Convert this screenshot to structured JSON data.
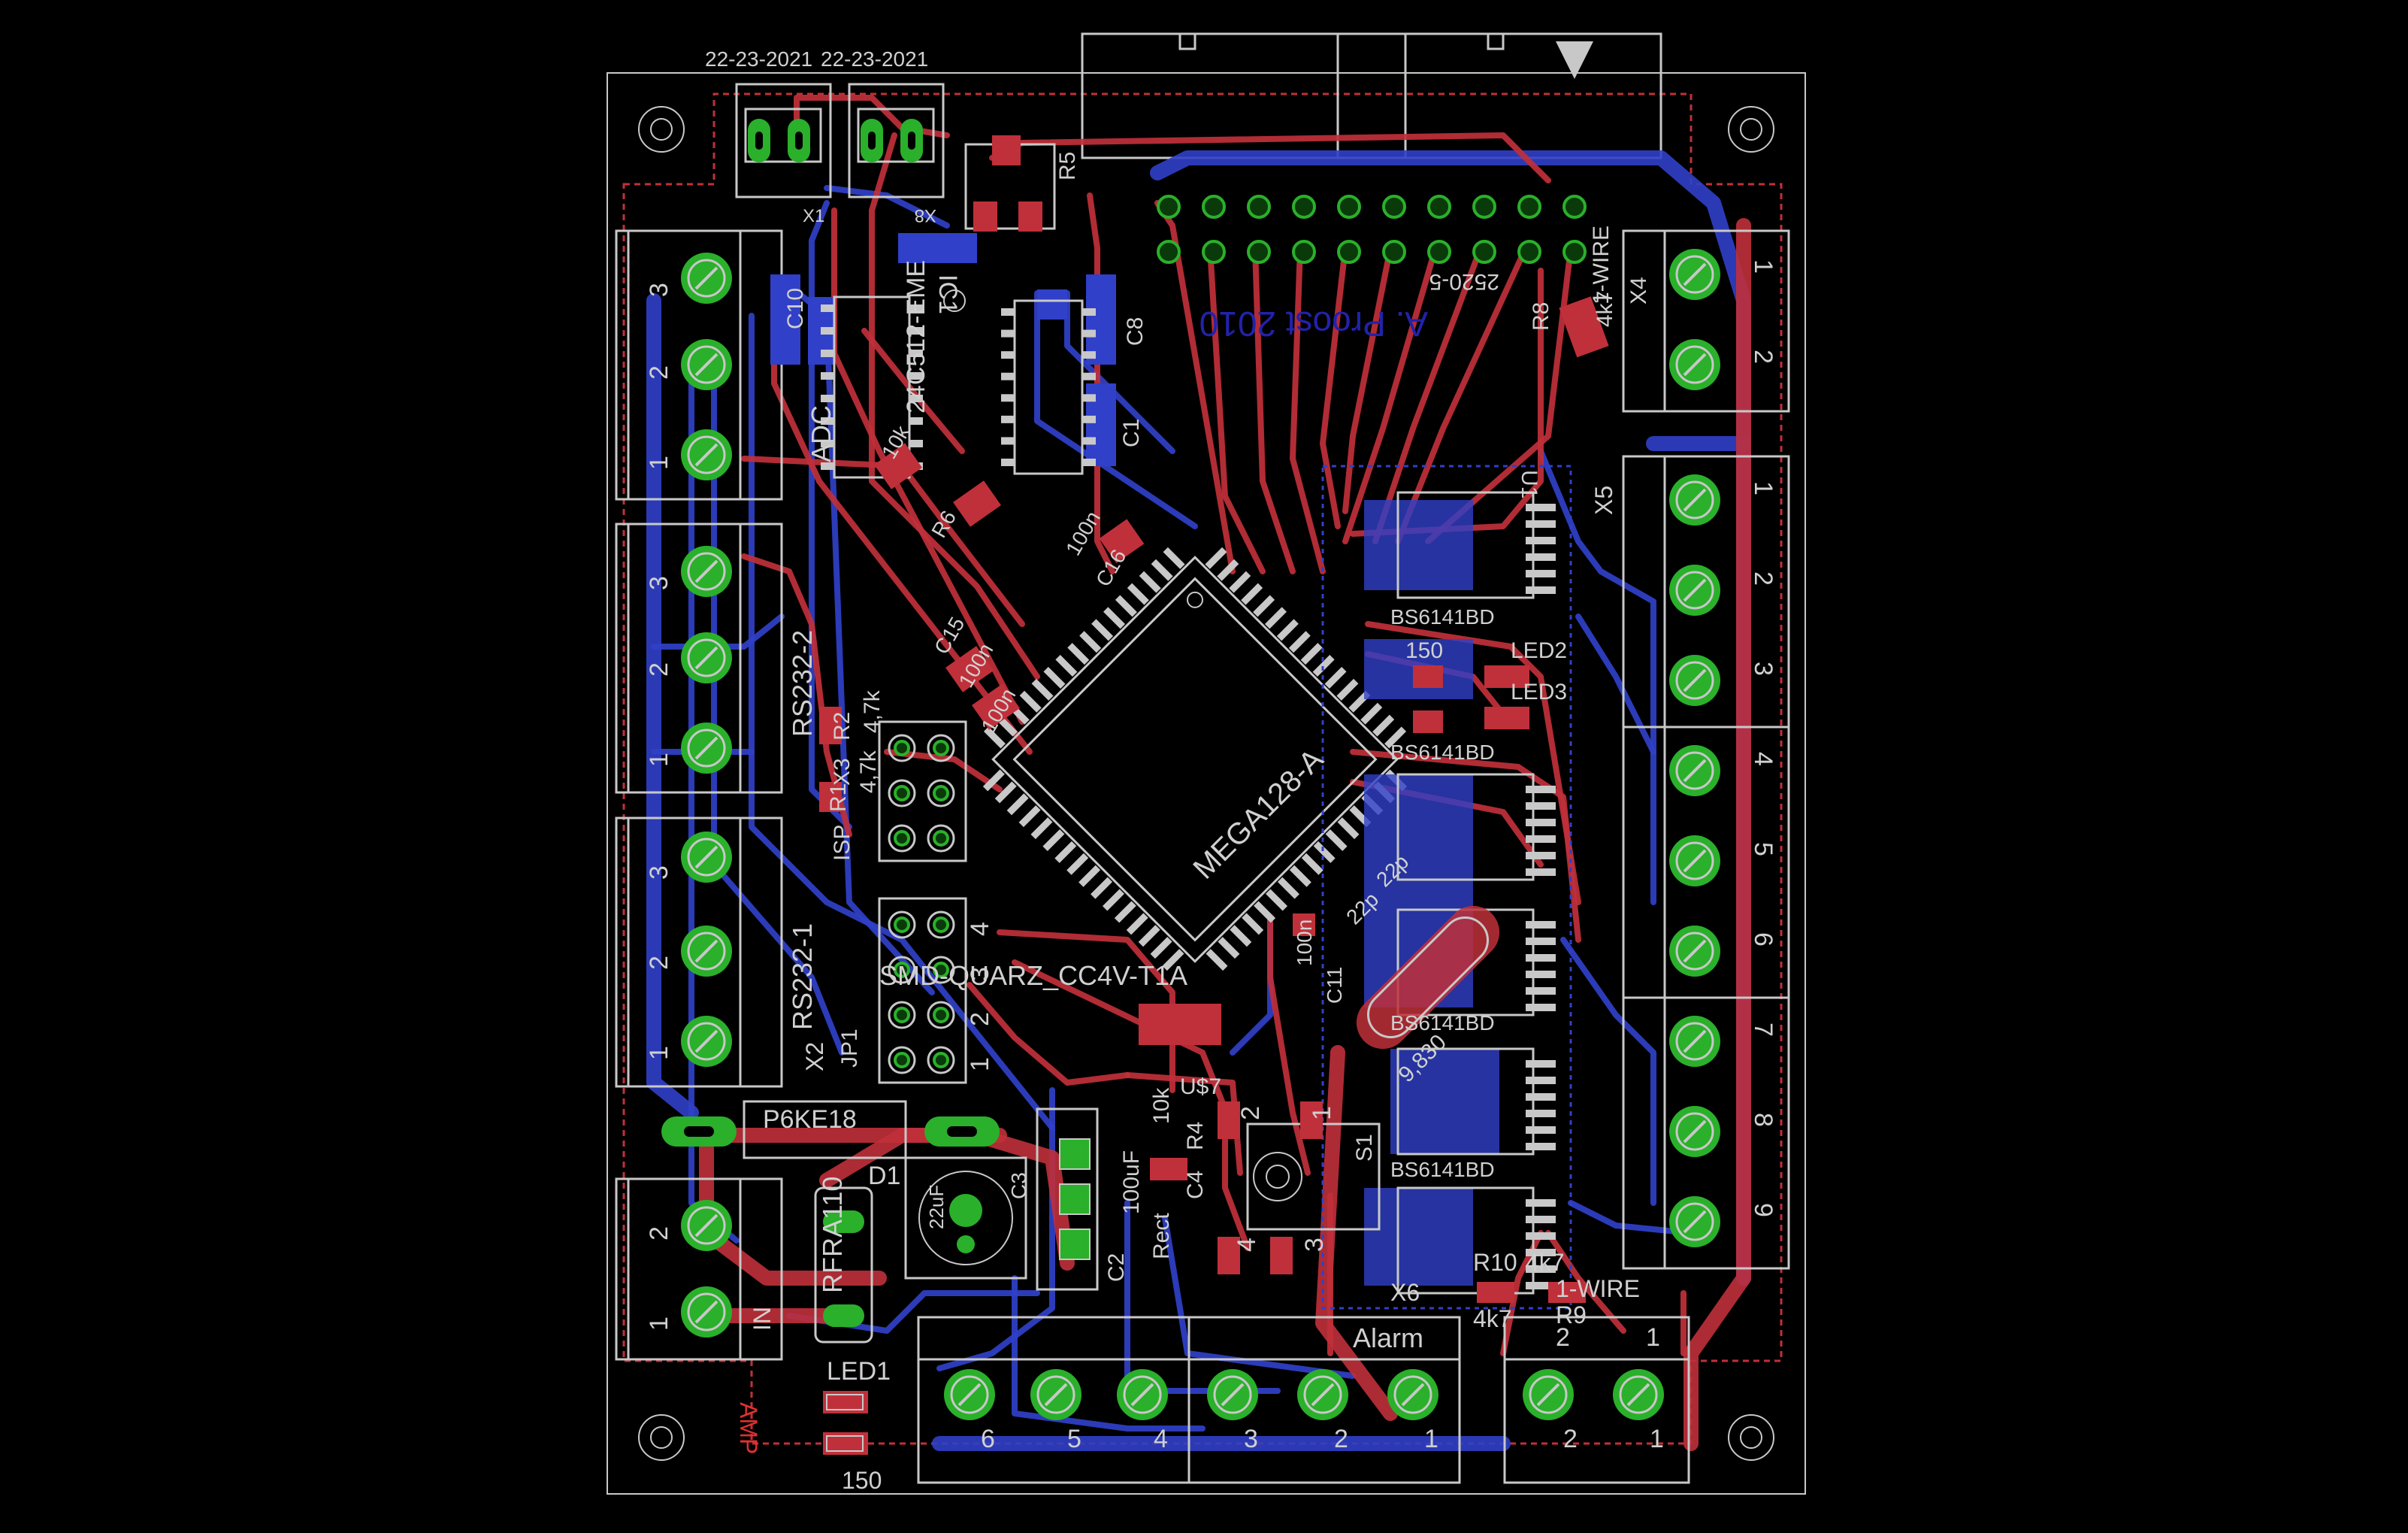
{
  "board": {
    "x1_label": "22-23-2021",
    "x8_label": "22-23-2021",
    "x1_ref": "X1",
    "x8_ref": "X8",
    "r5": "R5",
    "ic_label": "IC1",
    "eeprom_label": "24C512-EME",
    "connector_2520": "2520-5",
    "r8": "R8",
    "r8_val": "4k7",
    "wire_label": "1-WIRE",
    "x4": "X4",
    "project_label": "A. Proost 2010",
    "adc_label": "ADC",
    "c10": "C10",
    "c8": "C8",
    "c1": "C1",
    "c16": "C16",
    "c16_val": "100n",
    "c15": "C15",
    "c15_val": "100n",
    "c6_val": "100n",
    "r6": "R6",
    "r6_val": "10k",
    "x5": "X5",
    "u1": "U1",
    "rs232_2": "RS232-2",
    "rs232_1": "RS232-1",
    "x2": "X2",
    "x3": "X3",
    "r2": "R2",
    "r2_val": "4,7k",
    "r1": "R1",
    "r1_val": "4,7k",
    "isp": "ISP",
    "mcu": "MEGA128-A",
    "quartz": "SMD-QUARZ_CC4V-T1A",
    "jp1": "JP1",
    "led2": "LED2",
    "led3": "LED3",
    "bs_label": "BS6141BD",
    "r150": "150",
    "q1_val": "9,830",
    "c22p_1": "22p",
    "c22p_2": "22p",
    "c11": "C11",
    "c100n_2": "100n",
    "p6ke": "P6KE18",
    "d1": "D1",
    "c3": "C3",
    "c3_val": "22uF",
    "c2": "C2",
    "c2_val": "100uF",
    "rect": "Rect",
    "r4": "R4",
    "r4_val": "10k",
    "c4": "C4",
    "u7": "U$7",
    "s1": "S1",
    "rfra": "RFRA110",
    "in_label": "IN",
    "led1": "LED1",
    "r_led1": "150",
    "amp": "AMP",
    "alarm": "Alarm",
    "r10": "R10",
    "r10_val": "4k7",
    "r9": "R9",
    "r9_val": "4k7",
    "x6": "X6",
    "wire2": "1-WIRE",
    "pin_numbers_x5": [
      "1",
      "2",
      "3",
      "4",
      "5",
      "6",
      "7",
      "8",
      "9"
    ],
    "pin_numbers_bottom": [
      "6",
      "5",
      "4",
      "3",
      "2",
      "1"
    ],
    "pin_numbers_x7": [
      "2",
      "1"
    ],
    "pin_numbers_block": [
      "3",
      "2",
      "1"
    ],
    "pin_numbers_x4": [
      "1",
      "2"
    ],
    "pin_numbers_in": [
      "2",
      "1"
    ],
    "switch_pins": [
      "1",
      "2",
      "3",
      "4"
    ],
    "jp_pins": [
      "4",
      "3",
      "2",
      "1"
    ]
  },
  "colors": {
    "top_copper": "#c0303a",
    "bottom_copper": "#3040c8",
    "pad": "#2ab02a",
    "silkscreen": "#c8c8c8",
    "background": "#000000"
  }
}
